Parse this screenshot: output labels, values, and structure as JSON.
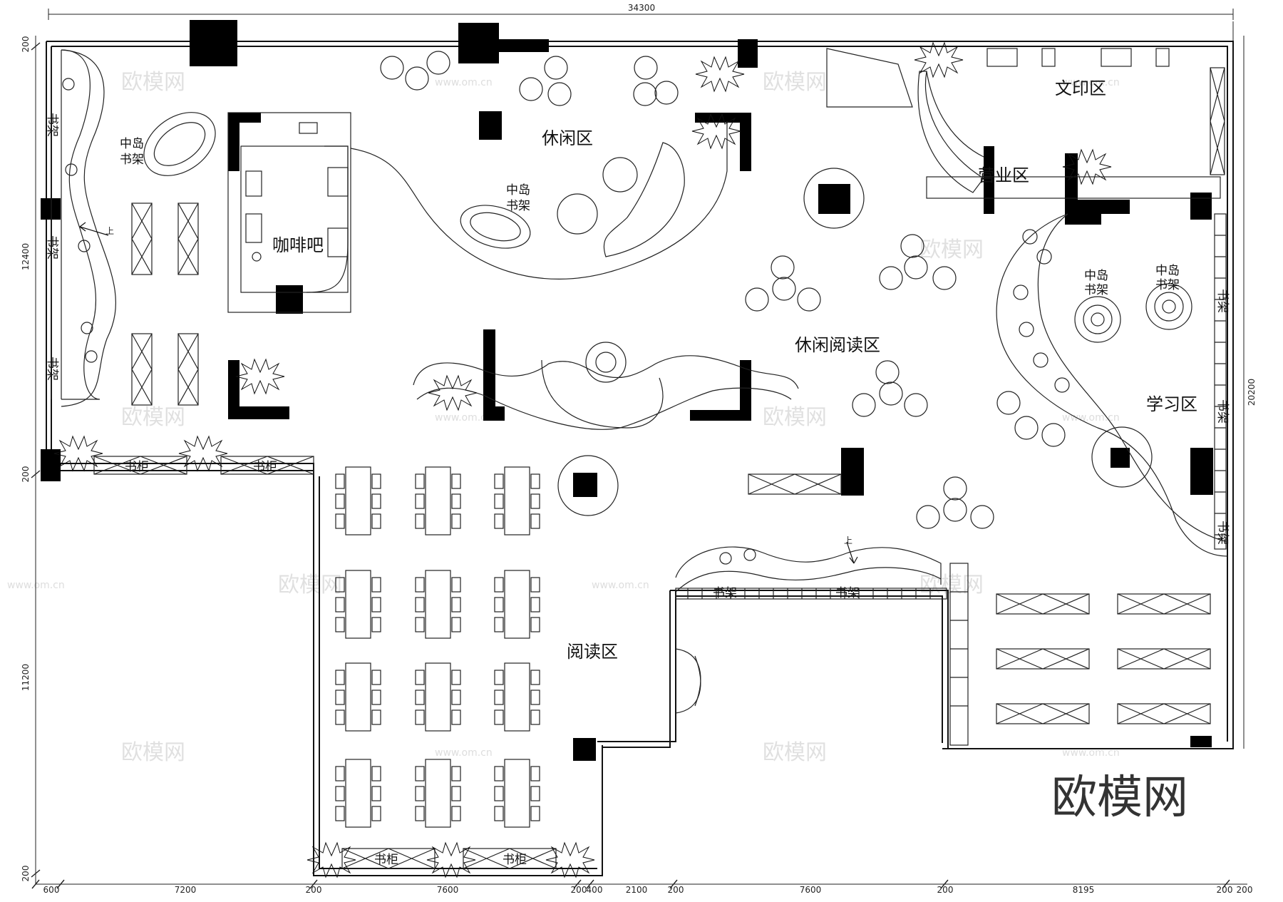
{
  "dimensions": {
    "top": "34300",
    "bottom": [
      "600",
      "7200",
      "200",
      "7600",
      "200",
      "400",
      "2100",
      "200",
      "7600",
      "200",
      "8195",
      "200",
      "200"
    ],
    "left": [
      "200",
      "12400",
      "200",
      "11200",
      "200"
    ],
    "right": "20200"
  },
  "zones": {
    "coffee_bar": "咖啡吧",
    "leisure": "休闲区",
    "print": "文印区",
    "business": "营业区",
    "leisure_reading": "休闲阅读区",
    "study": "学习区",
    "reading": "阅读区"
  },
  "labels": {
    "island_line1": "中岛",
    "island_line2": "书架",
    "bookshelf": "书架",
    "cabinet": "书柜",
    "up": "上"
  },
  "watermark": {
    "brand": "欧模网",
    "url": "www.om.cn"
  },
  "colors": {
    "line": "#111111",
    "column": "#000000",
    "watermark": "#c8c8c8"
  }
}
